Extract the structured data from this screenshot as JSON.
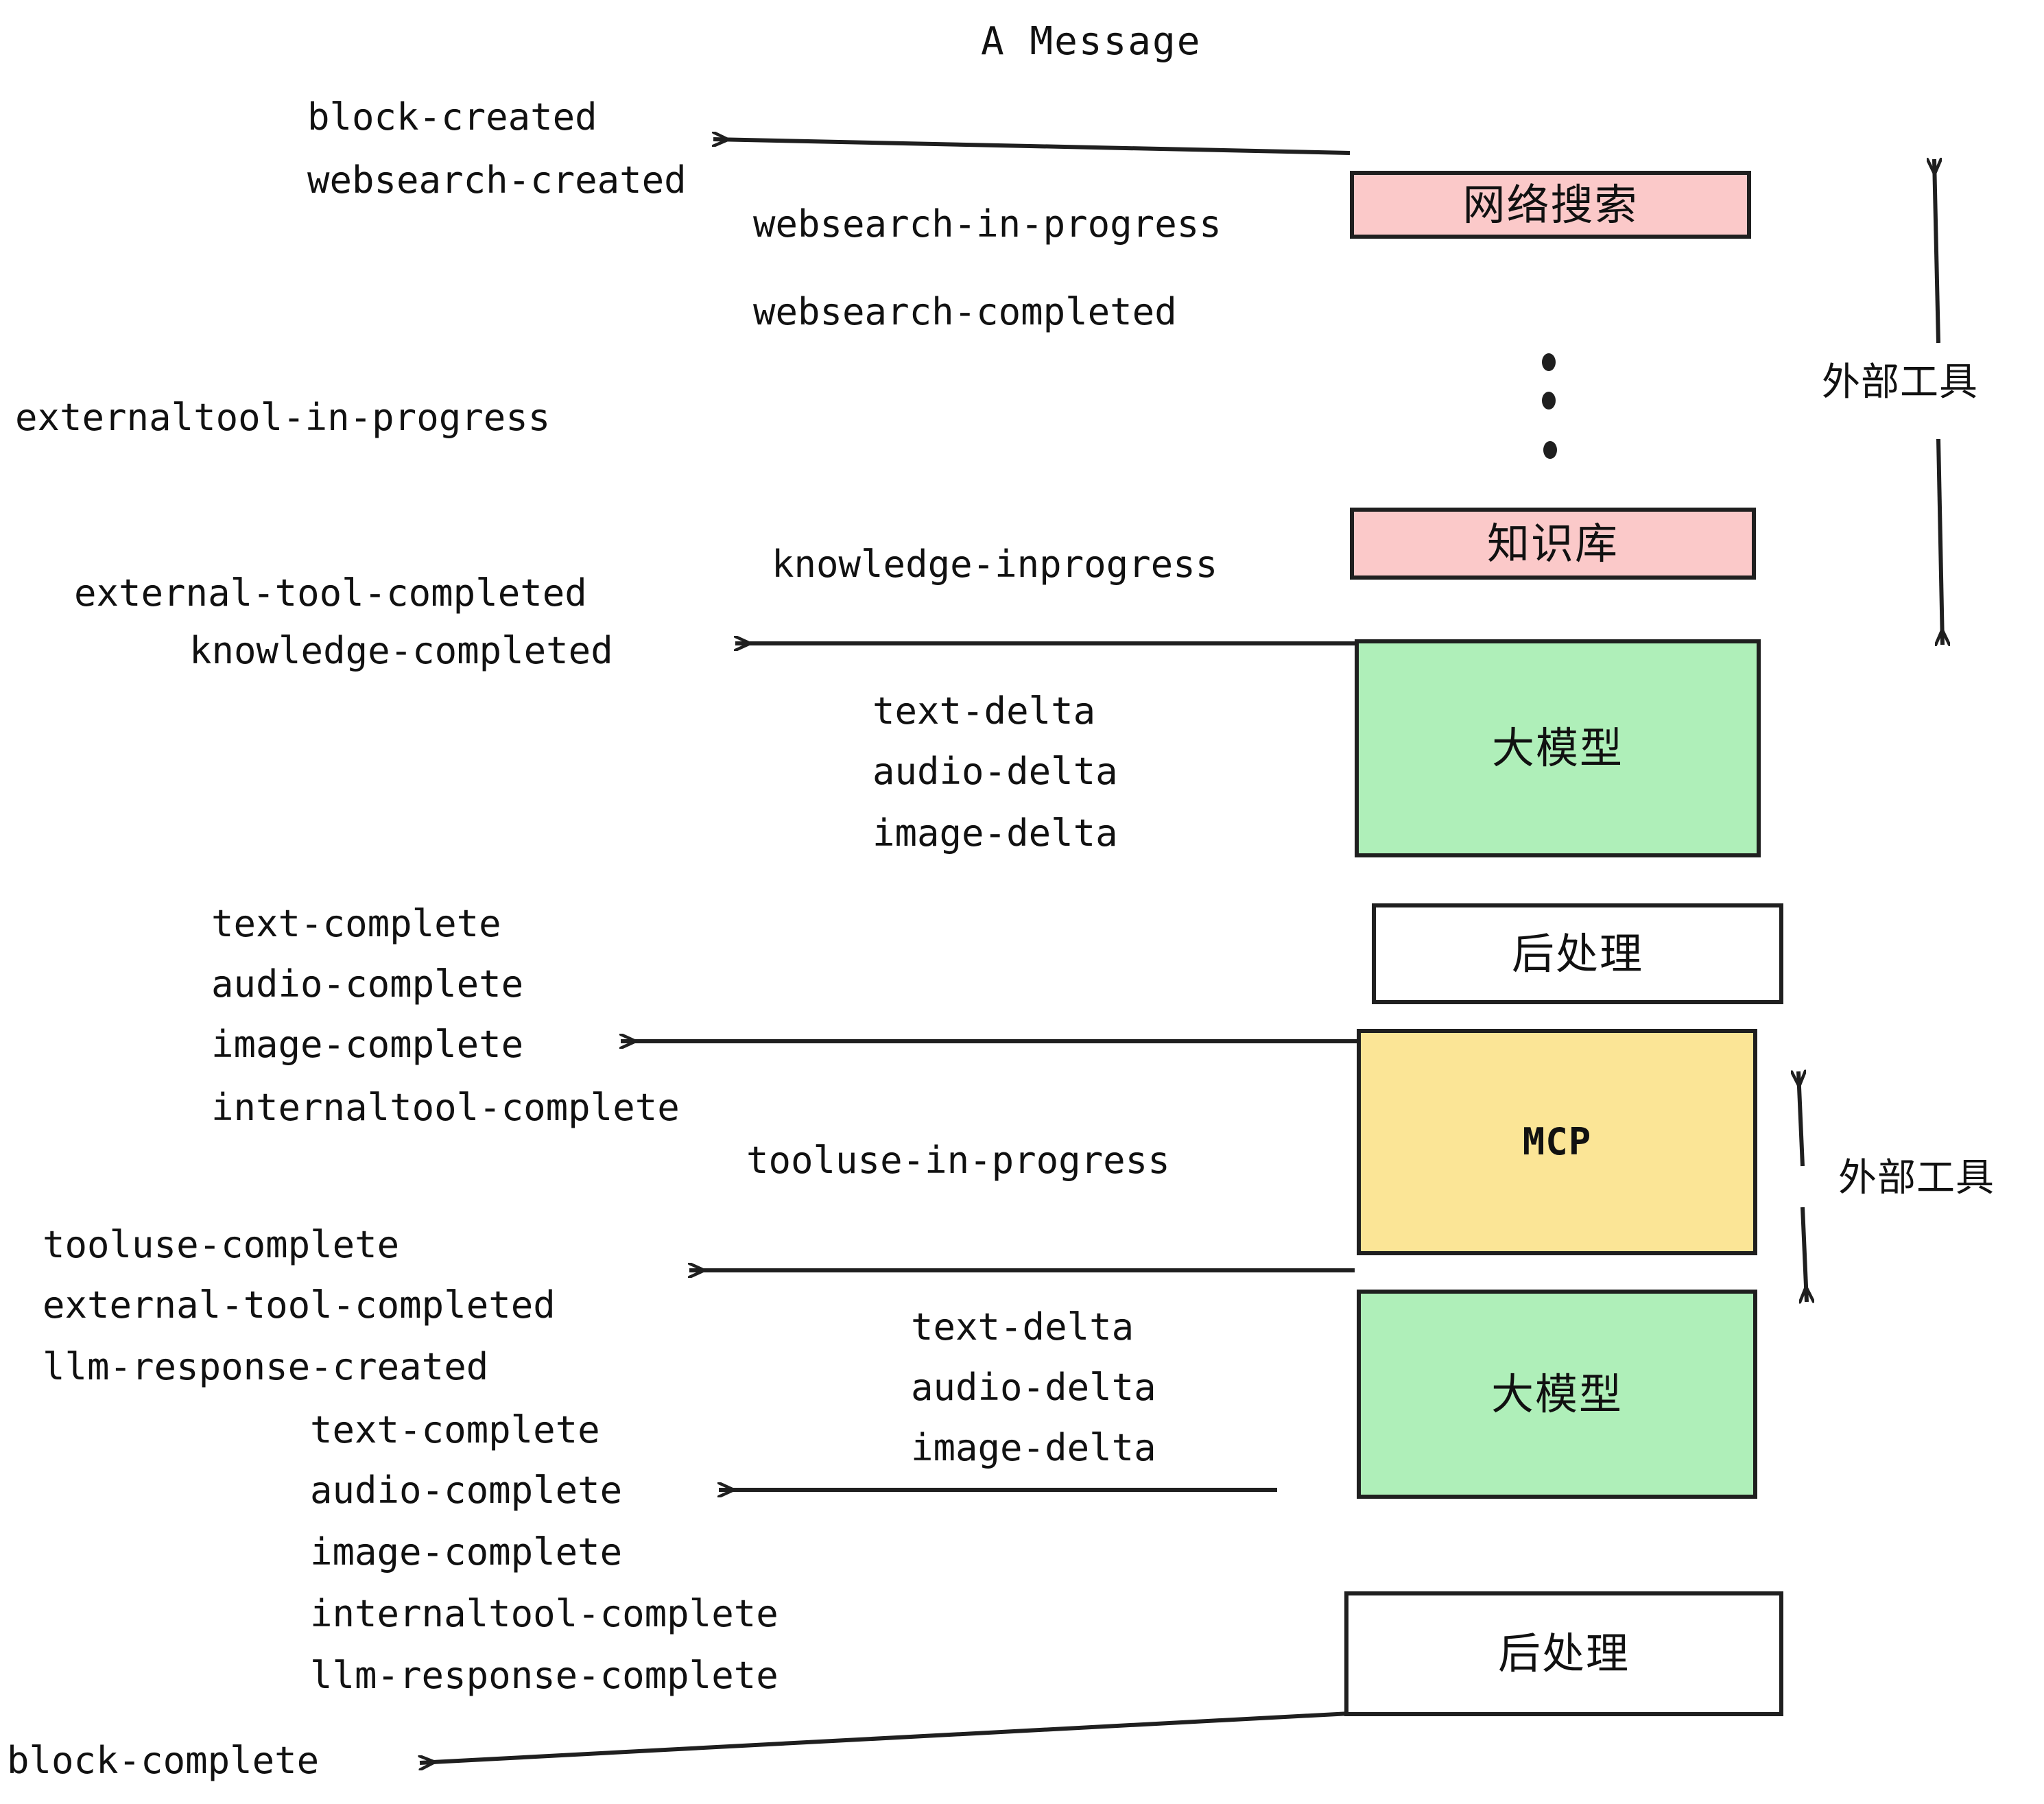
{
  "title": "A Message",
  "colors": {
    "pink": "#FBC9C9",
    "green": "#AFEFB9",
    "yellow": "#FBE596",
    "white": "#FFFFFF",
    "stroke": "#1F1F1F",
    "text": "#111111",
    "background": "#FFFFFF"
  },
  "nodes": [
    {
      "label": "网络搜索",
      "kind": "chinese",
      "fill": "pink"
    },
    {
      "label": "知识库",
      "kind": "chinese",
      "fill": "pink"
    },
    {
      "label": "大模型",
      "kind": "chinese",
      "fill": "green"
    },
    {
      "label": "后处理",
      "kind": "chinese",
      "fill": "white"
    },
    {
      "label": "MCP",
      "kind": "latin",
      "fill": "yellow"
    },
    {
      "label": "大模型",
      "kind": "chinese",
      "fill": "green"
    },
    {
      "label": "后处理",
      "kind": "chinese",
      "fill": "white"
    }
  ],
  "side_labels": [
    {
      "text": "外部工具"
    },
    {
      "text": "外部工具"
    }
  ],
  "events": [
    {
      "text": "block-created"
    },
    {
      "text": "websearch-created"
    },
    {
      "text": "websearch-in-progress"
    },
    {
      "text": "websearch-completed"
    },
    {
      "text": "externaltool-in-progress"
    },
    {
      "text": "knowledge-inprogress"
    },
    {
      "text": "external-tool-completed"
    },
    {
      "text": "knowledge-completed"
    },
    {
      "text": "text-delta"
    },
    {
      "text": "audio-delta"
    },
    {
      "text": "image-delta"
    },
    {
      "text": "text-complete"
    },
    {
      "text": "audio-complete"
    },
    {
      "text": "image-complete"
    },
    {
      "text": "internaltool-complete"
    },
    {
      "text": "tooluse-in-progress"
    },
    {
      "text": "tooluse-complete"
    },
    {
      "text": "external-tool-completed"
    },
    {
      "text": "llm-response-created"
    },
    {
      "text": "text-complete"
    },
    {
      "text": "audio-complete"
    },
    {
      "text": "image-complete"
    },
    {
      "text": "internaltool-complete"
    },
    {
      "text": "llm-response-complete"
    },
    {
      "text": "text-delta"
    },
    {
      "text": "audio-delta"
    },
    {
      "text": "image-delta"
    },
    {
      "text": "block-complete"
    }
  ],
  "ellipsis_dots": 3
}
